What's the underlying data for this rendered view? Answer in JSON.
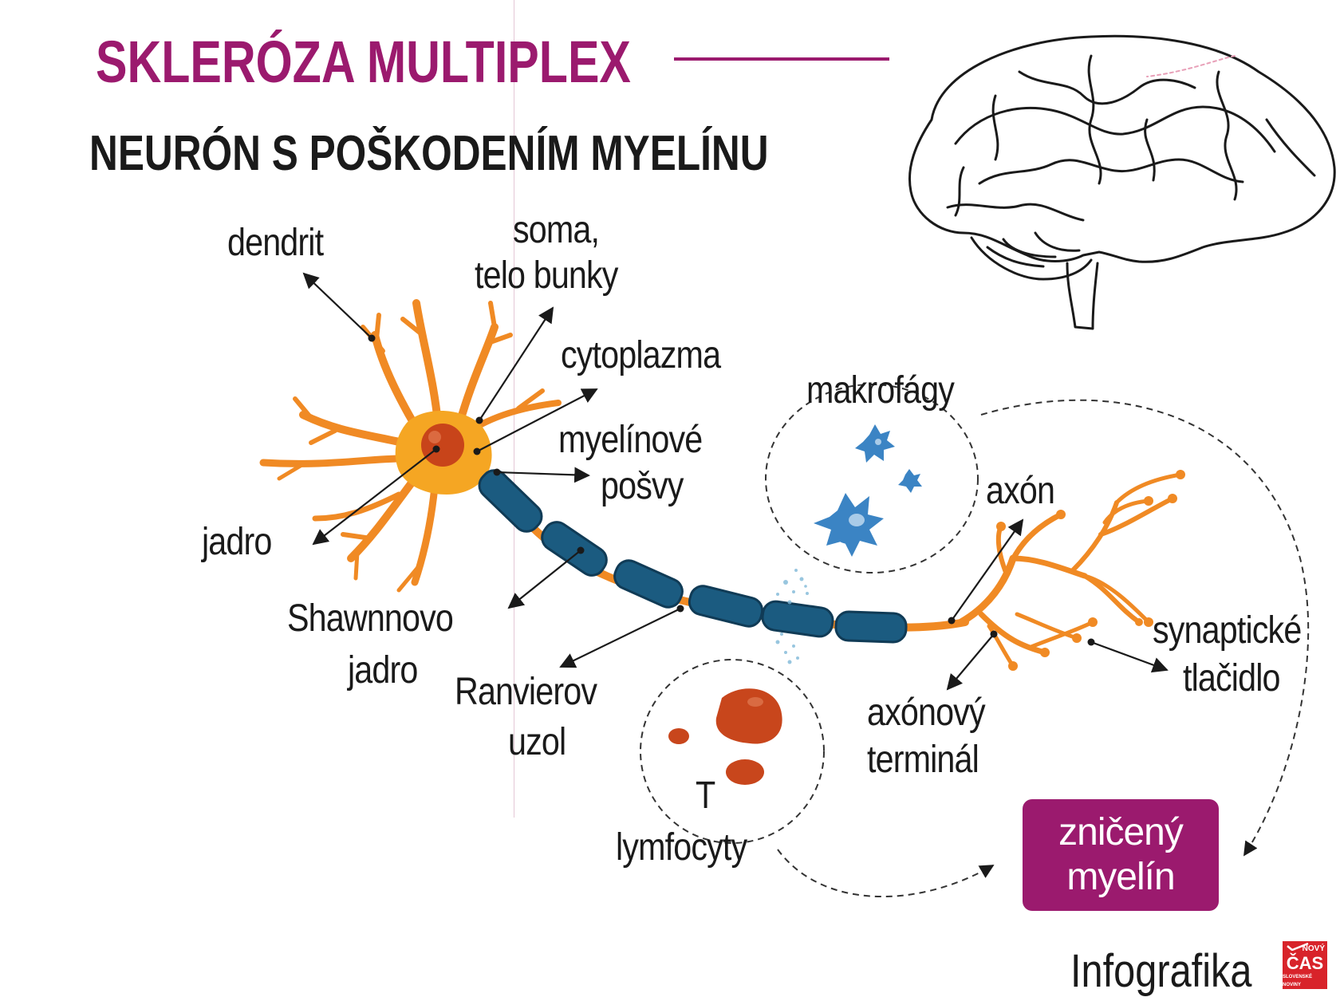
{
  "header": {
    "title": "SKLERÓZA MULTIPLEX",
    "subtitle": "NEURÓN S POŠKODENÍM MYELÍNU"
  },
  "labels": {
    "dendrit": "dendrit",
    "soma_1": "soma,",
    "soma_2": "telo bunky",
    "cytoplazma": "cytoplazma",
    "myelin_1": "myelínové",
    "myelin_2": "pošvy",
    "jadro": "jadro",
    "schwann_1": "Shawnnovo",
    "schwann_2": "jadro",
    "ranvier_1": "Ranvierov",
    "ranvier_2": "uzol",
    "makrofagy": "makrofágy",
    "axon": "axón",
    "synapse_1": "synaptické",
    "synapse_2": "tlačidlo",
    "terminal_1": "axónový",
    "terminal_2": "terminál",
    "tlymf_1": "T",
    "tlymf_2": "lymfocyty"
  },
  "destroyed": {
    "line1": "zničený",
    "line2": "myelín"
  },
  "credit": {
    "text": "Infografika",
    "logo_top": "NOVÝ",
    "logo_main": "ČAS",
    "logo_bottom": "SLOVENSKÉ NOVINY"
  },
  "colors": {
    "accent": "#9b1a6e",
    "neuron": "#f08a24",
    "nucleus": "#c8441a",
    "myelin": "#1b5b80",
    "macrophage": "#3b84c4",
    "lymphocyte": "#c8461c"
  },
  "icons": [
    "brain-illustration",
    "neuron-illustration",
    "macrophage-cell",
    "lymphocyte-cell"
  ]
}
